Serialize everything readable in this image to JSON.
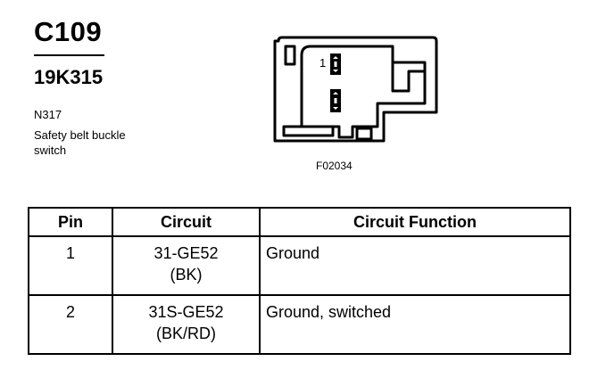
{
  "header": {
    "connector_id": "C109",
    "part_number": "19K315",
    "component_ref": "N317",
    "component_desc_line1": "Safety belt buckle",
    "component_desc_line2": "switch"
  },
  "figure": {
    "pin1_label": "1",
    "figure_code": "F02034"
  },
  "table": {
    "headers": [
      "Pin",
      "Circuit",
      "Circuit Function"
    ],
    "rows": [
      {
        "pin": "1",
        "circuit_line1": "31-GE52",
        "circuit_line2": "(BK)",
        "function": "Ground"
      },
      {
        "pin": "2",
        "circuit_line1": "31S-GE52",
        "circuit_line2": "(BK/RD)",
        "function": "Ground, switched"
      }
    ]
  }
}
